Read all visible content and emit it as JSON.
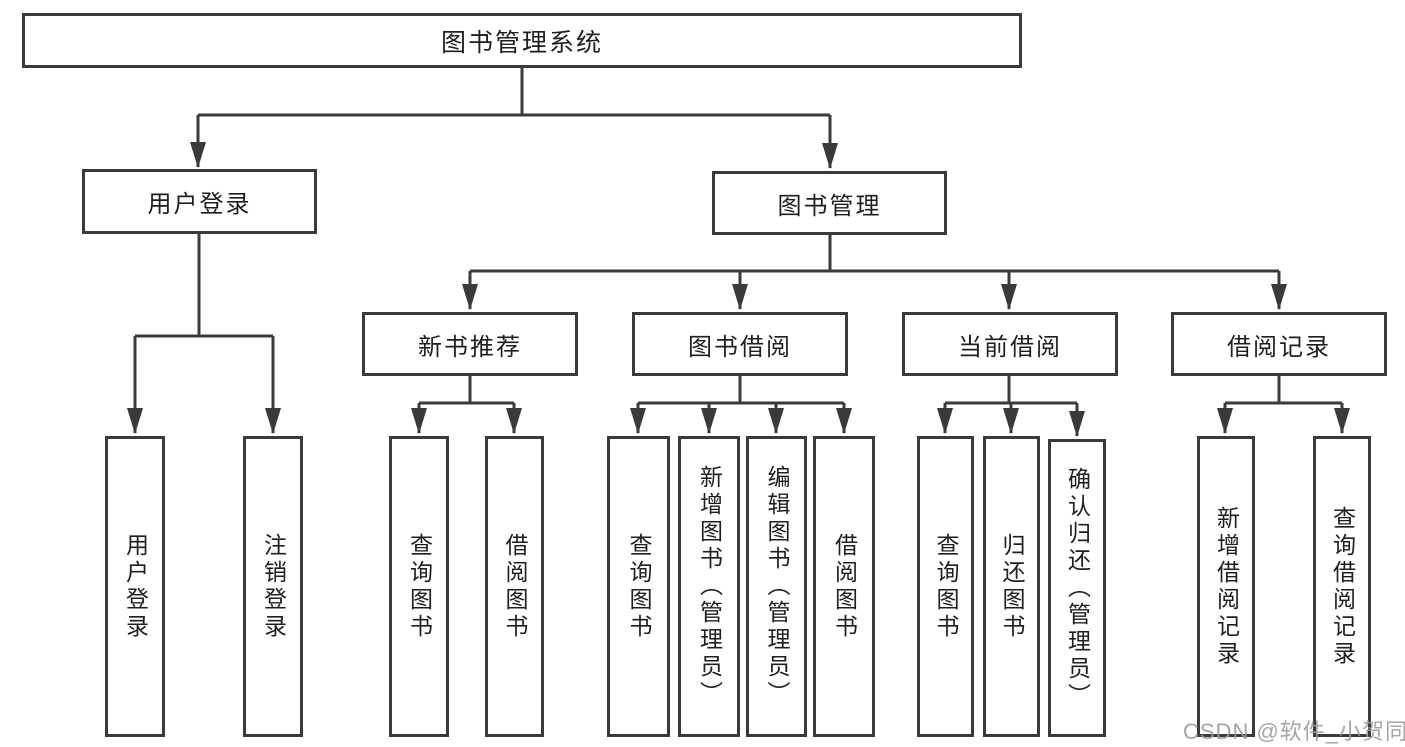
{
  "diagram": {
    "root": {
      "label": "图书管理系统"
    },
    "user_login": {
      "label": "用户登录",
      "children": [
        {
          "label": "用户登录"
        },
        {
          "label": "注销登录"
        }
      ]
    },
    "book_management": {
      "label": "图书管理",
      "sections": [
        {
          "label": "新书推荐",
          "children": [
            {
              "label": "查询图书"
            },
            {
              "label": "借阅图书"
            }
          ]
        },
        {
          "label": "图书借阅",
          "children": [
            {
              "label": "查询图书"
            },
            {
              "label": "新增图书（管理员）"
            },
            {
              "label": "编辑图书（管理员）"
            },
            {
              "label": "借阅图书"
            }
          ]
        },
        {
          "label": "当前借阅",
          "children": [
            {
              "label": "查询图书"
            },
            {
              "label": "归还图书"
            },
            {
              "label": "确认归还（管理员）"
            }
          ]
        },
        {
          "label": "借阅记录",
          "children": [
            {
              "label": "新增借阅记录"
            },
            {
              "label": "查询借阅记录"
            }
          ]
        }
      ]
    }
  },
  "watermark": "CSDN @软件_小贺同学",
  "colors": {
    "line": "#3a3a3a",
    "text": "#1f1f1f",
    "watermark": "#9b9b9b",
    "background": "#ffffff"
  }
}
